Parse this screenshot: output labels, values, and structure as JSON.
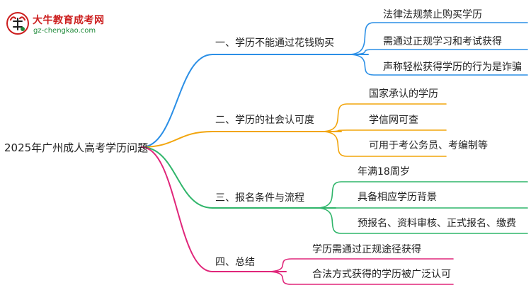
{
  "logo": {
    "icon": "bull-logo-icon",
    "title": "大牛教育成考网",
    "url": "gz-chengkao.com"
  },
  "mindmap": {
    "root": "2025年广州成人高考学历问题",
    "branches": [
      {
        "label": "一、学历不能通过花钱购买",
        "color": "#2b8fe6",
        "children": [
          "法律法规禁止购买学历",
          "需通过正规学习和考试获得",
          "声称轻松获得学历的行为是诈骗"
        ]
      },
      {
        "label": "二、学历的社会认可度",
        "color": "#f2a50c",
        "children": [
          "国家承认的学历",
          "学信网可查",
          "可用于考公务员、考编制等"
        ]
      },
      {
        "label": "三、报名条件与流程",
        "color": "#2fb56a",
        "children": [
          "年满18周岁",
          "具备相应学历背景",
          "预报名、资料审核、正式报名、缴费"
        ]
      },
      {
        "label": "四、总结",
        "color": "#e0267a",
        "children": [
          "学历需通过正规途径获得",
          "合法方式获得的学历被广泛认可"
        ]
      }
    ]
  }
}
